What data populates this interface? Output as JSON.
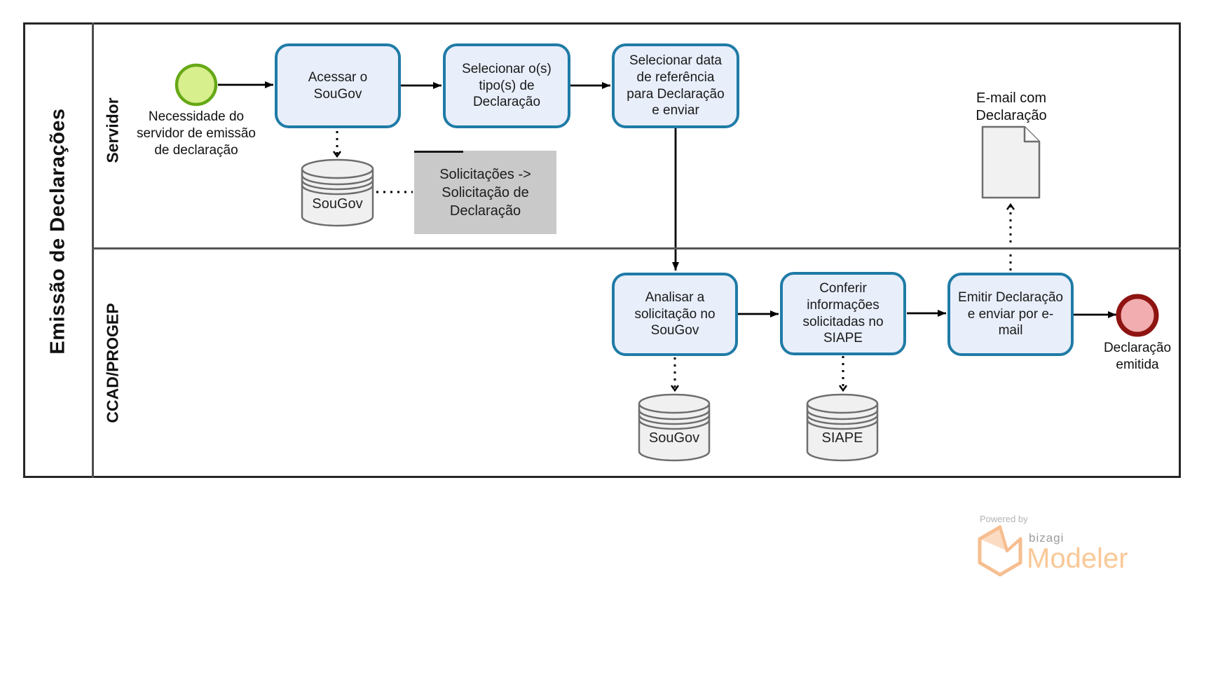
{
  "pool": {
    "title": "Emissão de Declarações",
    "lanes": [
      {
        "label": "Servidor"
      },
      {
        "label": "CCAD/PROGEP"
      }
    ]
  },
  "events": {
    "start": {
      "label": "Necessidade do servidor de emissão de declaração"
    },
    "end": {
      "label": "Declaração emitida"
    }
  },
  "tasks": [
    {
      "label": "Acessar o SouGov"
    },
    {
      "label": "Selecionar o(s) tipo(s) de Declaração"
    },
    {
      "label": "Selecionar data de referência para Declaração e enviar"
    },
    {
      "label": "Analisar a solicitação no SouGov"
    },
    {
      "label": "Conferir informações solicitadas no SIAPE"
    },
    {
      "label": "Emitir Declaração e enviar por e-mail"
    }
  ],
  "data_stores": [
    {
      "label": "SouGov"
    },
    {
      "label": "SouGov"
    },
    {
      "label": "SIAPE"
    }
  ],
  "data_object": {
    "label": "E-mail com Declaração"
  },
  "annotation": {
    "text": "Solicitações -> Solicitação de Declaração"
  },
  "branding": {
    "powered_by": "Powered by",
    "vendor": "bizagi",
    "product": "Modeler"
  },
  "colors": {
    "task_fill": "#E8EEFA",
    "task_border": "#1F7BA6",
    "start_fill": "#D7EF8D",
    "start_border": "#66A816",
    "end_fill": "#F1ADAF",
    "end_border": "#8E1412",
    "annotation_bg": "#C9C9C9",
    "store_fill": "#F0F0F0",
    "store_border": "#6E6E6E",
    "modeler_orange": "#F9C897"
  }
}
